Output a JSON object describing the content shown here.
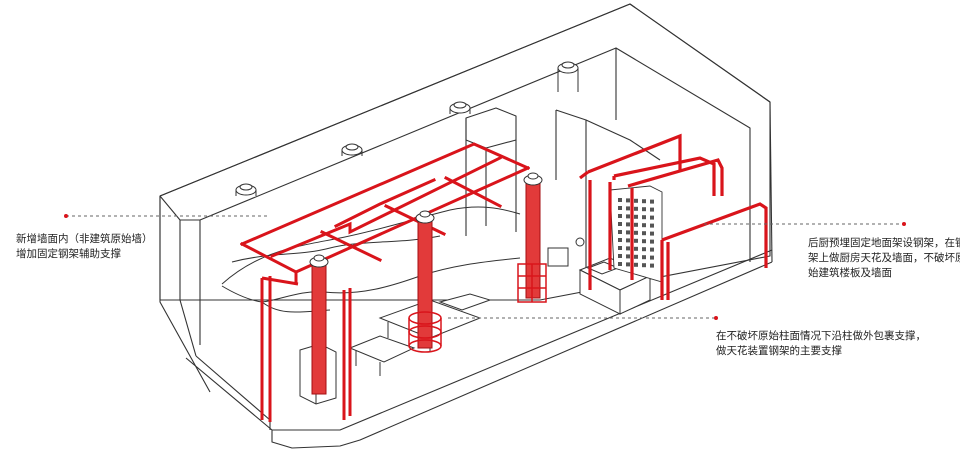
{
  "annotations": {
    "left_wall": {
      "line1": "新增墙面内（非建筑原始墙）",
      "line2": "增加固定钢架辅助支撑"
    },
    "back_kitchen": {
      "line1": "后厨预埋固定地面架设钢架，在钢",
      "line2": "架上做厨房天花及墙面，不破坏原",
      "line3": "始建筑楼板及墙面"
    },
    "column_wrap": {
      "line1": "在不破坏原始柱面情况下沿柱做外包裹支撑，",
      "line2": "做天花装置钢架的主要支撑"
    }
  },
  "colors": {
    "steel_frame": "#d9141b",
    "column_fill": "#e23a3a",
    "outline": "#333333",
    "leader": "#666666",
    "wall_fill": "#ffffff"
  }
}
